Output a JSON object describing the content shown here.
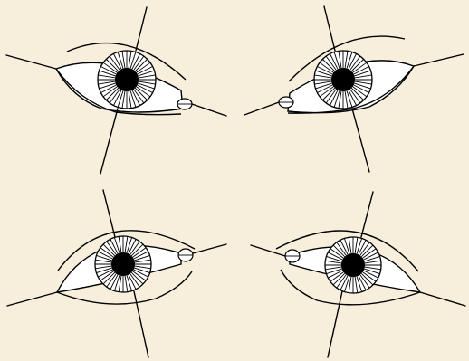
{
  "figure": {
    "background": "#f8eedc",
    "line_color": "#000000",
    "panels": [
      {
        "id": "top-left",
        "orientation": "right-eye-view",
        "caruncle": "right"
      },
      {
        "id": "top-right",
        "orientation": "left-eye-view",
        "caruncle": "left"
      },
      {
        "id": "bottom-left",
        "orientation": "right-eye-view",
        "caruncle": "right"
      },
      {
        "id": "bottom-right",
        "orientation": "left-eye-view",
        "caruncle": "left"
      }
    ],
    "iris_spoke_count": 40
  }
}
